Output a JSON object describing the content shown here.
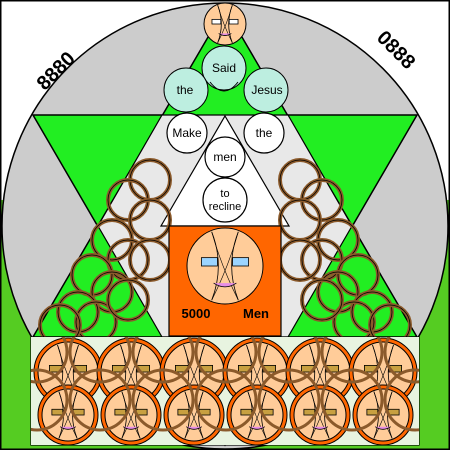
{
  "corner_numbers": {
    "left": "8880",
    "right": "0888"
  },
  "words": {
    "said": "Said",
    "the_left": "the",
    "jesus": "Jesus",
    "make": "Make",
    "the_right": "the",
    "men": "men",
    "to": "to",
    "recline": "recline"
  },
  "panel": {
    "count": "5000",
    "label": "Men"
  },
  "colors": {
    "green": "#22ee22",
    "grey": "#cccccc",
    "orange": "#ff6600",
    "face": "#ffcc99",
    "brown": "#8b5a2b",
    "teal": "#bdeee0",
    "pink": "#e68de6",
    "lightgreen": "#e8f4e0",
    "blue": "#9bd4ff",
    "outer_green": "#55cc22"
  }
}
